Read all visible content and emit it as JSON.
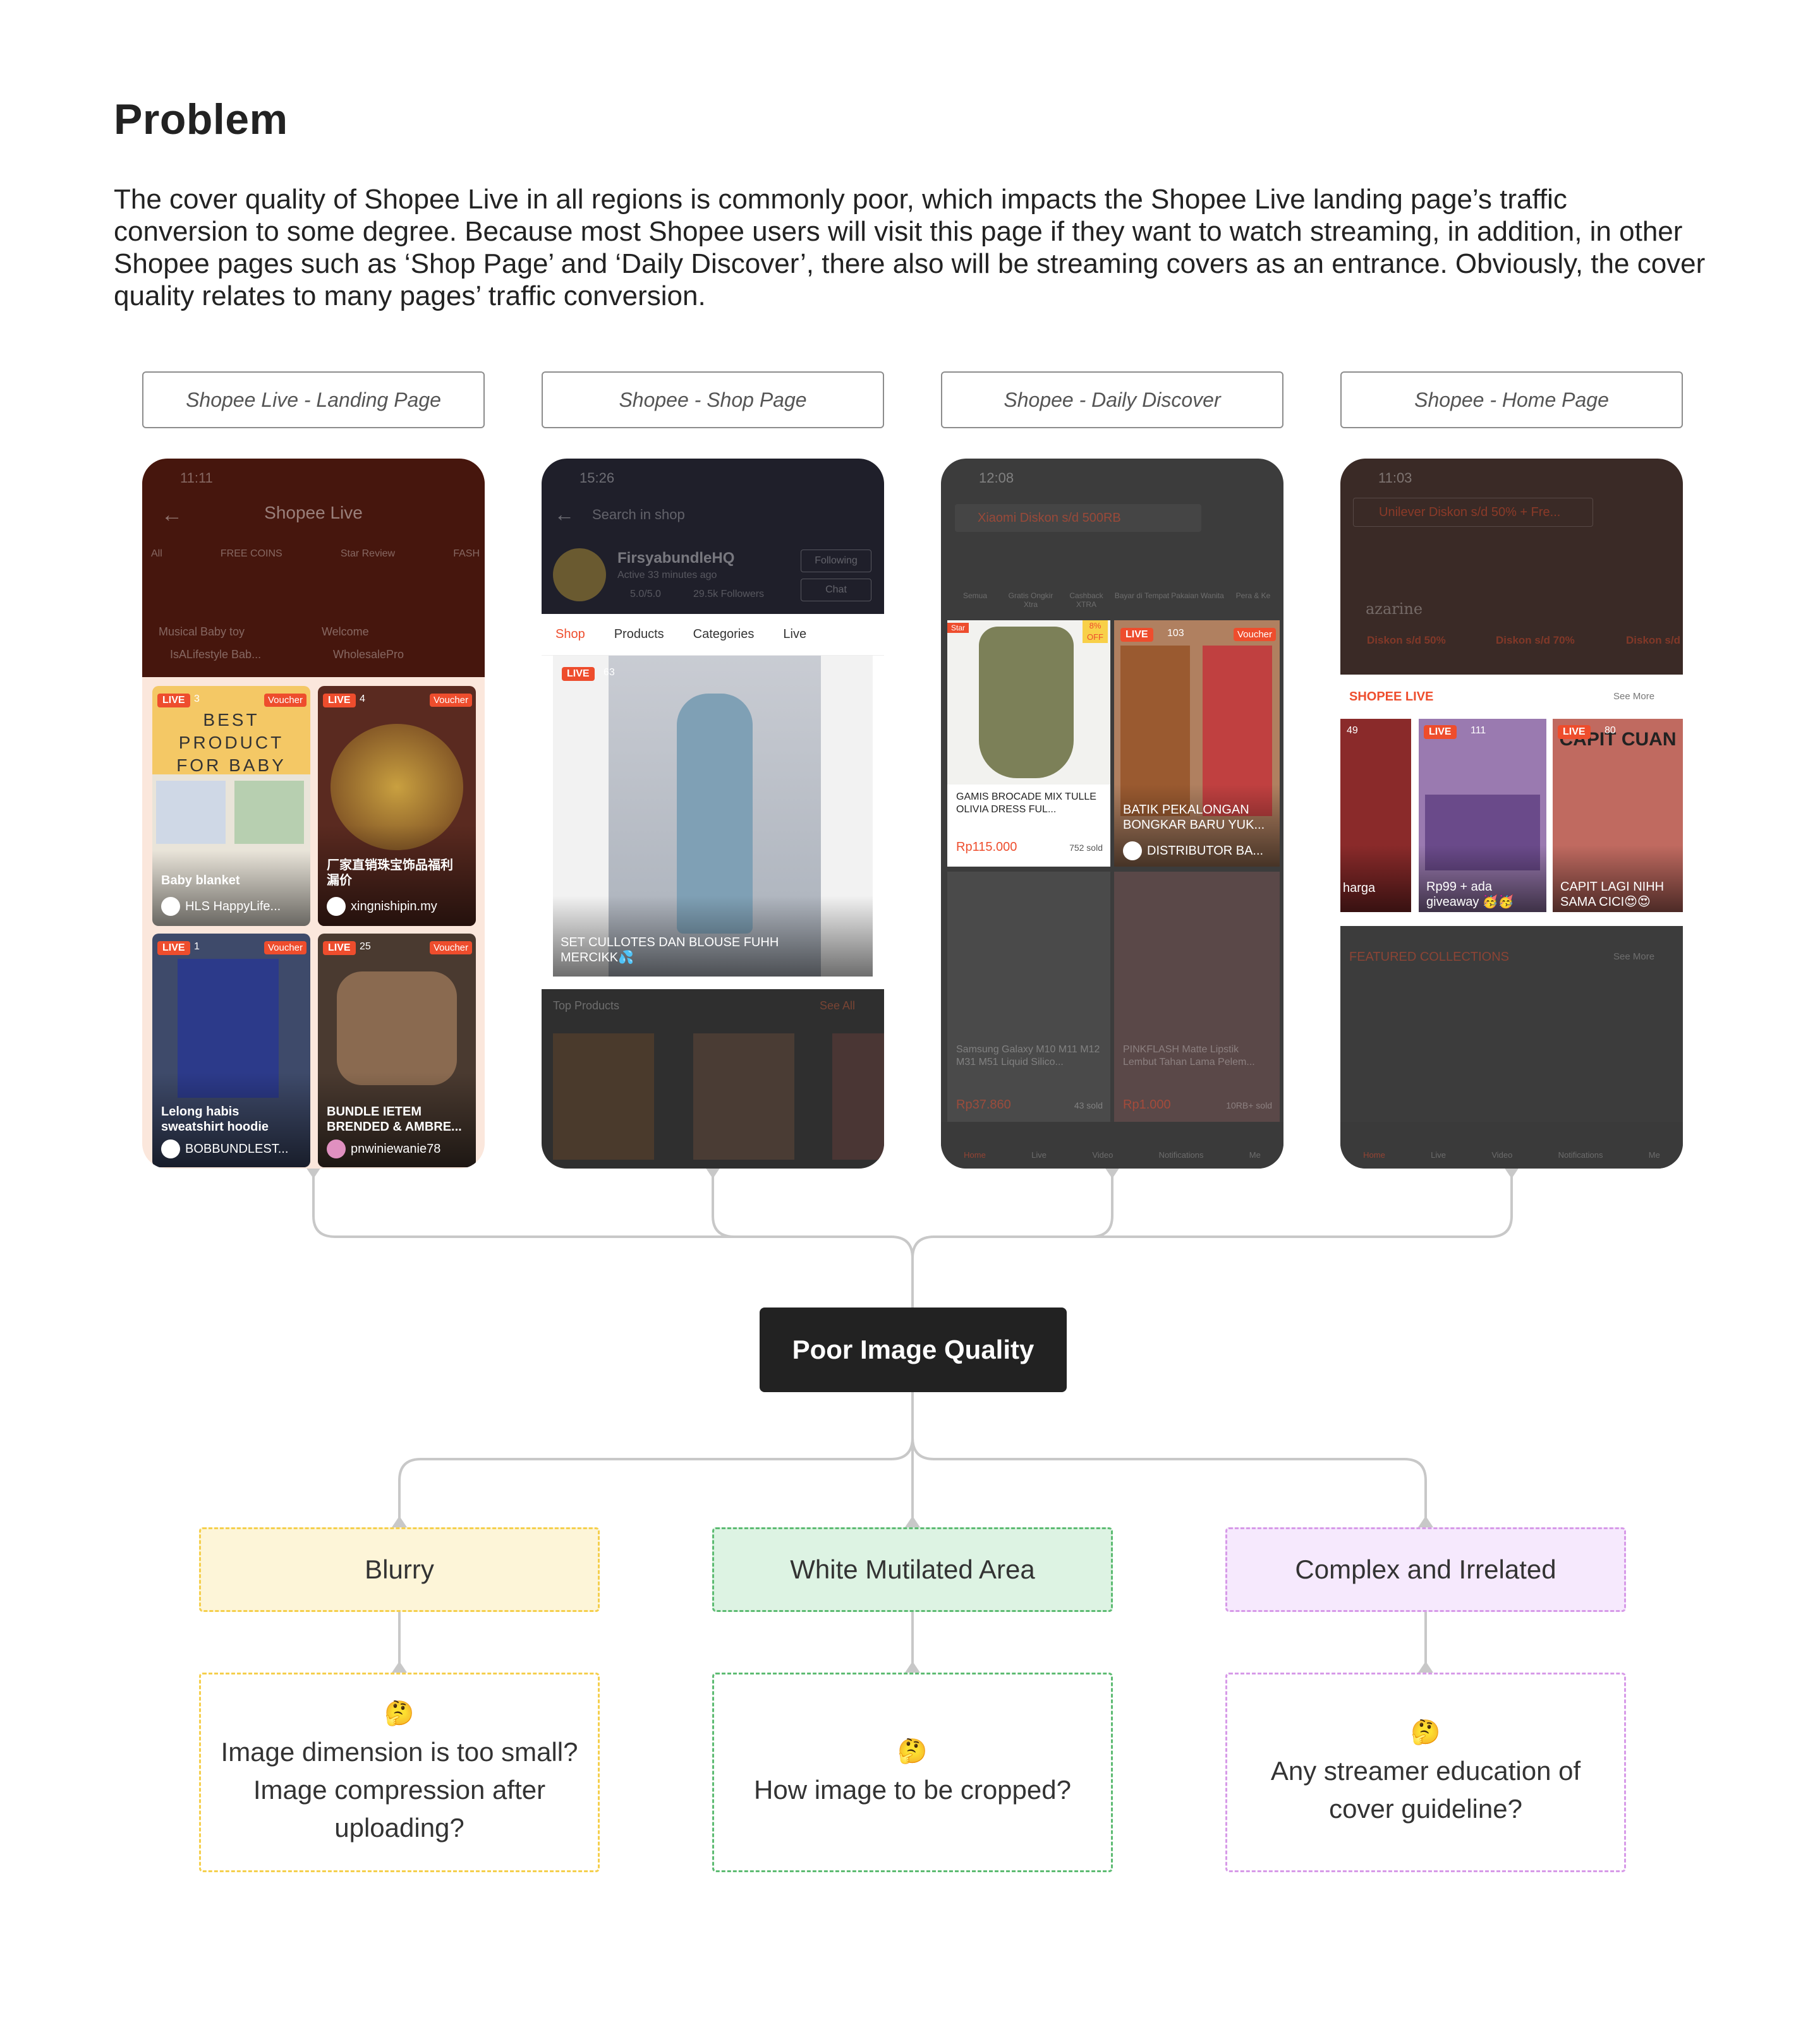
{
  "title": "Problem",
  "intro": "The cover quality of Shopee Live in all regions is commonly poor, which impacts the Shopee Live landing page’s traffic conversion to some degree. Because most Shopee users will visit this page if they want to watch streaming, in addition, in other Shopee pages such as ‘Shop Page’ and ‘Daily Discover’, there also will be streaming covers as an entrance. Obviously, the cover quality relates to many pages’ traffic conversion.",
  "pages": [
    {
      "label": "Shopee Live - Landing Page"
    },
    {
      "label": "Shopee - Shop Page"
    },
    {
      "label": "Shopee - Daily Discover"
    },
    {
      "label": "Shopee - Home Page"
    }
  ],
  "landing": {
    "time": "11:11",
    "header": "Shopee Live",
    "tabs": [
      "All",
      "FREE COINS",
      "Star Review",
      "FASH"
    ],
    "top_items": [
      {
        "title": "Musical Baby toy",
        "shop": "IsALifestyle Bab..."
      },
      {
        "title": "Welcome",
        "shop": "WholesalePro"
      }
    ],
    "cards": [
      {
        "live": "LIVE",
        "viewers": "3",
        "voucher": "Voucher",
        "title": "Baby blanket",
        "shop": "HLS HappyLife...",
        "cover_text": "BEST PRODUCT FOR BABY"
      },
      {
        "live": "LIVE",
        "viewers": "4",
        "voucher": "Voucher",
        "title": "厂家直销珠宝饰品福利\n漏价",
        "shop": "xingnishipin.my"
      },
      {
        "live": "LIVE",
        "viewers": "1",
        "voucher": "Voucher",
        "title": "Lelong habis\nsweatshirt hoodie",
        "shop": "BOBBUNDLEST..."
      },
      {
        "live": "LIVE",
        "viewers": "25",
        "voucher": "Voucher",
        "title": "BUNDLE IETEM\nBRENDED & AMBRE...",
        "shop": "pnwiniewanie78"
      }
    ]
  },
  "shop": {
    "time": "15:26",
    "search": "Search in shop",
    "name": "FirsyabundleHQ",
    "active": "Active 33 minutes ago",
    "rating": "5.0/5.0",
    "followers": "29.5k Followers",
    "follow_btn": "Following",
    "chat_btn": "Chat",
    "tabs": [
      "Shop",
      "Products",
      "Categories",
      "Live"
    ],
    "live": "LIVE",
    "viewers": "63",
    "caption": "SET CULLOTES DAN BLOUSE FUHH MERCIKK💦",
    "top_products": "Top Products",
    "see_all": "See All"
  },
  "discover": {
    "time": "12:08",
    "search": "Xiaomi Diskon s/d 500RB",
    "categories": [
      "Semua",
      "Gratis Ongkir Xtra",
      "Cashback XTRA",
      "Bayar di Tempat",
      "Pakaian Wanita",
      "Pera & Ke"
    ],
    "item1": {
      "name": "GAMIS BROCADE MIX TULLE OLIVIA DRESS FUL...",
      "price": "Rp115.000",
      "sold": "752 sold",
      "discount": "8% OFF",
      "tag": "Star"
    },
    "item2": {
      "live": "LIVE",
      "viewers": "103",
      "voucher": "Voucher",
      "title": "BATIK PEKALONGAN BONGKAR BARU YUK...",
      "shop": "DISTRIBUTOR BA..."
    },
    "item3": {
      "name": "Samsung Galaxy M10 M11 M12 M31 M51 Liquid Silico...",
      "price": "Rp37.860",
      "sold": "43 sold"
    },
    "item4": {
      "name": "PINKFLASH Matte Lipstik Lembut Tahan Lama Pelem...",
      "price": "Rp1.000",
      "sold": "10RB+ sold"
    },
    "nav": [
      "Home",
      "Live",
      "Video",
      "Notifications",
      "Me"
    ]
  },
  "home": {
    "time": "11:03",
    "search": "Unilever Diskon s/d 50% + Fre...",
    "brands": [
      {
        "name": "azarine",
        "discount": "Diskon s/d 50%"
      },
      {
        "name": "",
        "discount": "Diskon s/d 70%"
      },
      {
        "name": "",
        "discount": "Diskon s/d"
      }
    ],
    "section": "SHOPEE LIVE",
    "see_more": "See More",
    "cards": [
      {
        "live": "",
        "viewers": "49",
        "title": "harga"
      },
      {
        "live": "LIVE",
        "viewers": "111",
        "title": "Rp99 + ada\ngiveaway 🥳🥳"
      },
      {
        "live": "LIVE",
        "viewers": "80",
        "title": "CAPIT LAGI NIHH\nSAMA CICI😍😍",
        "cover_text": "CAPIT CUAN"
      }
    ],
    "featured": "FEATURED COLLECTIONS",
    "featured_more": "See More",
    "nav": [
      "Home",
      "Live",
      "Video",
      "Notifications",
      "Me"
    ]
  },
  "root": "Poor Image Quality",
  "causes": [
    {
      "label": "Blurry",
      "bg": "#fdf5d8",
      "border": "#f5cf4c",
      "emoji": "🤔",
      "question": "Image dimension is too small? Image compression after uploading?"
    },
    {
      "label": "White Mutilated Area",
      "bg": "#ddf3e3",
      "border": "#5dbb72",
      "emoji": "🤔",
      "question": "How image to be cropped?"
    },
    {
      "label": "Complex and Irrelated",
      "bg": "#f6e9fd",
      "border": "#d79ae8",
      "emoji": "🤔",
      "question": "Any streamer education of cover guideline?"
    }
  ],
  "colors": {
    "brand": "#ee4d2d",
    "connector": "#c8c8c8",
    "root_bg": "#222222"
  }
}
